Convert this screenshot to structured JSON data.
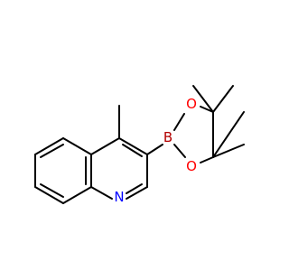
{
  "molecule": {
    "atoms": {
      "N": {
        "label": "N",
        "color": "#0000ff"
      },
      "B": {
        "label": "B",
        "color": "#b30000"
      },
      "O1": {
        "label": "O",
        "color": "#ff0000"
      },
      "O2": {
        "label": "O",
        "color": "#ff0000"
      }
    },
    "bond_color": "#000000"
  }
}
